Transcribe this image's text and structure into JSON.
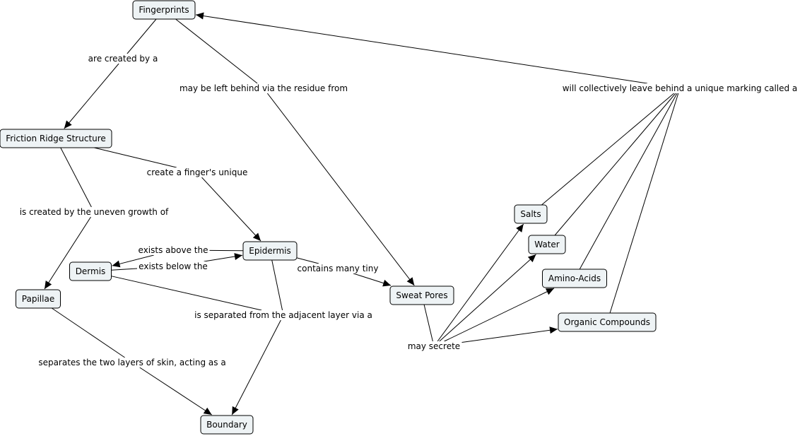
{
  "colors": {
    "node_fill": "#eef3f5",
    "node_border": "#000000",
    "line": "#000000",
    "background": "#ffffff"
  },
  "concepts": [
    {
      "id": "fingerprints",
      "label": "Fingerprints"
    },
    {
      "id": "friction-ridge-structure",
      "label": "Friction Ridge Structure"
    },
    {
      "id": "epidermis",
      "label": "Epidermis"
    },
    {
      "id": "dermis",
      "label": "Dermis"
    },
    {
      "id": "papillae",
      "label": "Papillae"
    },
    {
      "id": "boundary",
      "label": "Boundary"
    },
    {
      "id": "sweat-pores",
      "label": "Sweat Pores"
    },
    {
      "id": "salts",
      "label": "Salts"
    },
    {
      "id": "water",
      "label": "Water"
    },
    {
      "id": "amino-acids",
      "label": "Amino-Acids"
    },
    {
      "id": "organic-compounds",
      "label": "Organic Compounds"
    }
  ],
  "linking_phrases": [
    {
      "id": "are-created-by-a",
      "label": "are created by a"
    },
    {
      "id": "may-be-left-behind",
      "label": "may be left behind via the residue from"
    },
    {
      "id": "will-collectively-leave",
      "label": "will collectively leave behind a unique marking called a"
    },
    {
      "id": "create-unique",
      "label": "create a finger's unique"
    },
    {
      "id": "uneven-growth",
      "label": "is created by the uneven growth of"
    },
    {
      "id": "exists-above",
      "label": "exists above the"
    },
    {
      "id": "exists-below",
      "label": "exists below the"
    },
    {
      "id": "contains-many-tiny",
      "label": "contains many tiny"
    },
    {
      "id": "is-separated",
      "label": "is separated from the adjacent layer via a"
    },
    {
      "id": "separates-two-layers",
      "label": "separates the two layers of skin, acting as a"
    },
    {
      "id": "may-secrete",
      "label": "may secrete"
    }
  ],
  "connections": [
    {
      "from": "fingerprints",
      "to": "are-created-by-a"
    },
    {
      "from": "are-created-by-a",
      "to": "friction-ridge-structure"
    },
    {
      "from": "fingerprints",
      "to": "may-be-left-behind"
    },
    {
      "from": "may-be-left-behind",
      "to": "sweat-pores"
    },
    {
      "from": "will-collectively-leave",
      "to": "fingerprints"
    },
    {
      "from": "friction-ridge-structure",
      "to": "create-unique"
    },
    {
      "from": "create-unique",
      "to": "epidermis"
    },
    {
      "from": "friction-ridge-structure",
      "to": "uneven-growth"
    },
    {
      "from": "uneven-growth",
      "to": "papillae"
    },
    {
      "from": "epidermis",
      "to": "exists-above"
    },
    {
      "from": "exists-above",
      "to": "dermis"
    },
    {
      "from": "dermis",
      "to": "exists-below"
    },
    {
      "from": "exists-below",
      "to": "epidermis"
    },
    {
      "from": "epidermis",
      "to": "contains-many-tiny"
    },
    {
      "from": "contains-many-tiny",
      "to": "sweat-pores"
    },
    {
      "from": "epidermis",
      "to": "is-separated"
    },
    {
      "from": "dermis",
      "to": "is-separated"
    },
    {
      "from": "is-separated",
      "to": "boundary"
    },
    {
      "from": "papillae",
      "to": "separates-two-layers"
    },
    {
      "from": "separates-two-layers",
      "to": "boundary"
    },
    {
      "from": "sweat-pores",
      "to": "may-secrete"
    },
    {
      "from": "may-secrete",
      "to": "salts"
    },
    {
      "from": "may-secrete",
      "to": "water"
    },
    {
      "from": "may-secrete",
      "to": "amino-acids"
    },
    {
      "from": "may-secrete",
      "to": "organic-compounds"
    },
    {
      "from": "salts",
      "to": "will-collectively-leave"
    },
    {
      "from": "water",
      "to": "will-collectively-leave"
    },
    {
      "from": "amino-acids",
      "to": "will-collectively-leave"
    },
    {
      "from": "organic-compounds",
      "to": "will-collectively-leave"
    }
  ]
}
